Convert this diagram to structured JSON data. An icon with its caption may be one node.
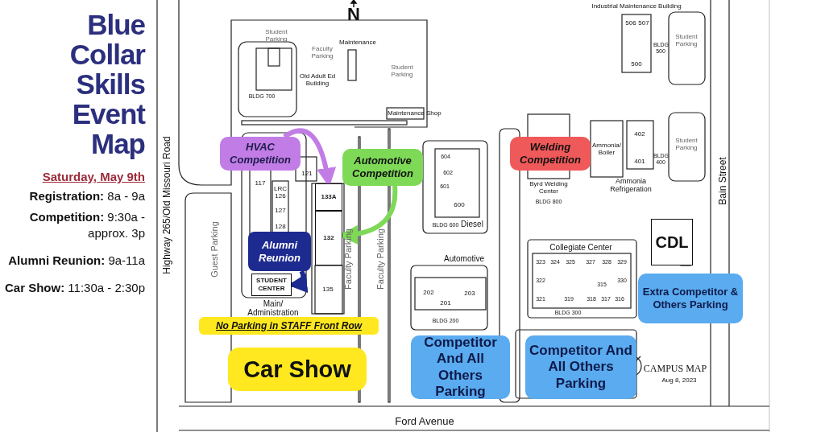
{
  "diagram": {
    "title": "Blue Collar Skills Event Map",
    "nodes": [
      {
        "text": [
          "HVAC Competition"
        ]
      },
      {
        "text": [
          "133A"
        ]
      },
      {
        "text": [
          "Automotive Competition"
        ]
      },
      {
        "text": [
          "132"
        ]
      },
      {
        "text": [
          "Alumni Reunion"
        ]
      },
      {
        "text": [
          "STUDENT CENTER"
        ]
      },
      {
        "text": [
          "Welding Competition"
        ]
      },
      {
        "text": [
          "Car Show"
        ]
      },
      {
        "text": [
          "No Parking in STAFF Front Row"
        ]
      },
      {
        "text": [
          "Competitor And All Others Parking"
        ]
      },
      {
        "text": [
          "Competitor And All Others Parking"
        ]
      },
      {
        "text": [
          "Extra Competitor & Others Parking"
        ]
      },
      {
        "text": [
          "CDL"
        ]
      }
    ],
    "edges": [
      {
        "from": 0,
        "to": 1,
        "arrow": "to",
        "color": "#c27ce6"
      },
      {
        "from": 2,
        "to": 3,
        "arrow": "to",
        "color": "#7ed957"
      },
      {
        "from": 4,
        "to": 5,
        "arrow": "to",
        "color": "#1d2a8f"
      }
    ],
    "labels": [
      "Saturday, May 9th",
      "**Registration:** 8a - 9a",
      "**Competition:** 9:30a - approx. 3p",
      "**Alumni Reunion:** 9a-11a",
      "**Car Show:** 11:30a - 2:30p",
      "N",
      "Student Parking",
      "Faculty Parking",
      "Maintenance",
      "Old Adult Ed Building",
      "Student Parking",
      "Maintenance Shop",
      "Industrial Maintenance Building",
      "506",
      "507",
      "500",
      "Student Parking",
      "Ammonia/ Boiler",
      "402",
      "401",
      "Student Parking",
      "Bain Street",
      "Byrd Welding Center",
      "Ammonia Refrigeration",
      "600",
      "Diesel",
      "Highway 265/Old Missouri Road",
      "Guest Parking",
      "117",
      "LRC 126",
      "127",
      "128",
      "121",
      "135",
      "Faculty Parking",
      "Faculty Parking",
      "Main/ Administration",
      "Automotive",
      "202",
      "201",
      "203",
      "Collegiate Center",
      "Ford Avenue",
      "CAMPUS MAP",
      "Aug 8, 2023",
      "BLDG 700",
      "BLDG 500",
      "BLDG 400",
      "BLDG 800",
      "604",
      "602",
      "601",
      "BLDG 600",
      "BLDG 200",
      "323",
      "324",
      "325",
      "327",
      "328",
      "329",
      "322",
      "315",
      "330",
      "321",
      "319",
      "318",
      "317",
      "316",
      "BLDG 300"
    ]
  }
}
